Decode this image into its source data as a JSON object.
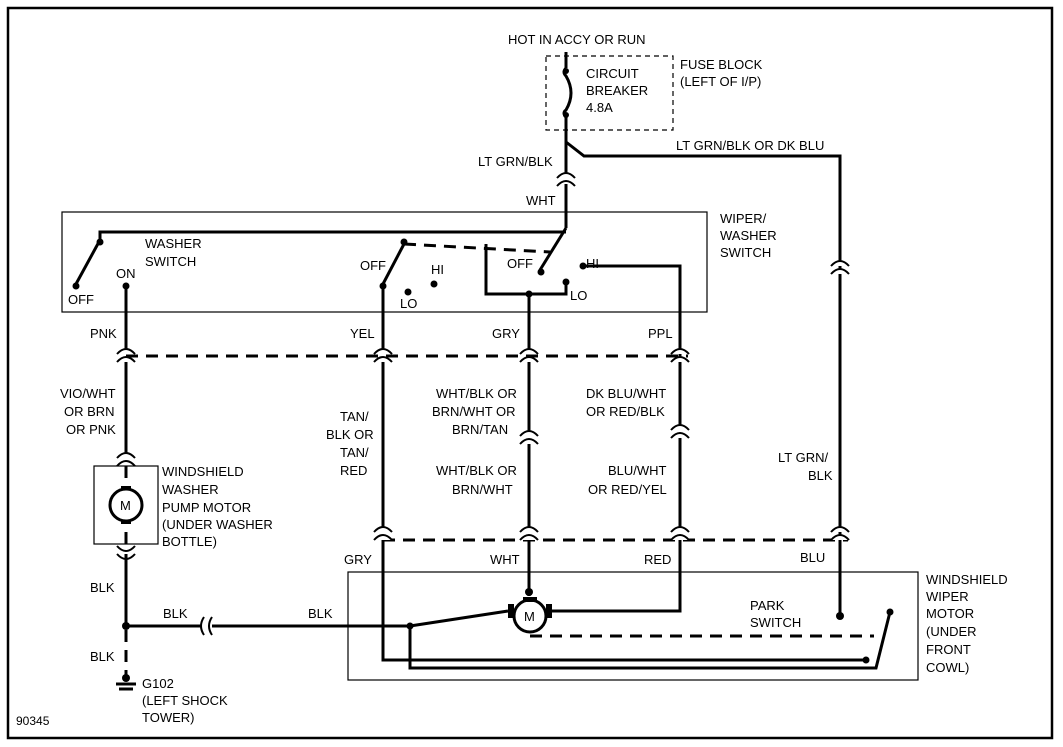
{
  "diagram_id": "90345",
  "power": {
    "label": "HOT IN ACCY OR RUN"
  },
  "fuse_block": {
    "breaker_lines": [
      "CIRCUIT",
      "BREAKER",
      "4.8A"
    ],
    "location_lines": [
      "FUSE BLOCK",
      "(LEFT OF I/P)"
    ]
  },
  "wires": {
    "lt_grn_blk_top": "LT GRN/BLK",
    "lt_grn_blk_or_dk_blu": "LT GRN/BLK OR DK BLU",
    "wht_top": "WHT",
    "pnk": "PNK",
    "yel": "YEL",
    "gry_top": "GRY",
    "ppl": "PPL",
    "vio_wht_lines": [
      "VIO/WHT",
      "OR BRN",
      "OR PNK"
    ],
    "tan_lines": [
      "TAN/",
      "BLK OR",
      "TAN/",
      "RED"
    ],
    "wht_blk_lines_1": [
      "WHT/BLK OR",
      "BRN/WHT OR",
      "BRN/TAN"
    ],
    "wht_blk_lines_2": [
      "WHT/BLK OR",
      "BRN/WHT"
    ],
    "dk_blu_lines": [
      "DK BLU/WHT",
      "OR RED/BLK"
    ],
    "blu_wht_lines": [
      "BLU/WHT",
      "OR RED/YEL"
    ],
    "lt_grn_blk_lines": [
      "LT GRN/",
      "BLK"
    ],
    "gry_bottom": "GRY",
    "wht_bottom": "WHT",
    "red": "RED",
    "blu": "BLU",
    "blk_1": "BLK",
    "blk_2": "BLK",
    "blk_3": "BLK",
    "blk_4": "BLK"
  },
  "wiper_washer_switch": {
    "title_lines": [
      "WIPER/",
      "WASHER",
      "SWITCH"
    ],
    "washer_switch_lines": [
      "WASHER",
      "SWITCH"
    ],
    "off_1": "OFF",
    "on": "ON",
    "off_2": "OFF",
    "hi_1": "HI",
    "lo_1": "LO",
    "off_3": "OFF",
    "hi_2": "HI",
    "lo_2": "LO"
  },
  "washer_pump": {
    "motor_symbol": "M",
    "label_lines": [
      "WINDSHIELD",
      "WASHER",
      "PUMP MOTOR",
      "(UNDER WASHER",
      "BOTTLE)"
    ]
  },
  "wiper_motor": {
    "motor_symbol": "M",
    "label_lines": [
      "WINDSHIELD",
      "WIPER",
      "MOTOR",
      "(UNDER",
      "FRONT",
      "COWL)"
    ],
    "park_switch_lines": [
      "PARK",
      "SWITCH"
    ]
  },
  "ground": {
    "lines": [
      "G102",
      "(LEFT SHOCK",
      "TOWER)"
    ]
  }
}
